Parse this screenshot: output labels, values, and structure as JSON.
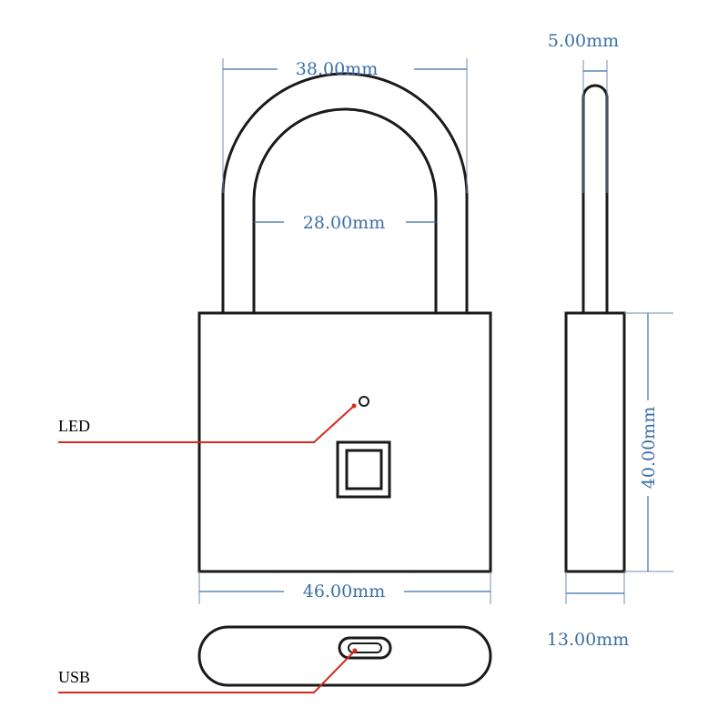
{
  "dimensions": {
    "shackle_outer_width": "38.00mm",
    "shackle_inner_width": "28.00mm",
    "shackle_thickness": "5.00mm",
    "body_width": "46.00mm",
    "body_height": "40.00mm",
    "body_depth": "13.00mm"
  },
  "callouts": {
    "led": "LED",
    "usb": "USB"
  },
  "colors": {
    "dimension": "#3a6fa8",
    "leader": "#d42a1e",
    "outline": "#1a1a1a"
  }
}
